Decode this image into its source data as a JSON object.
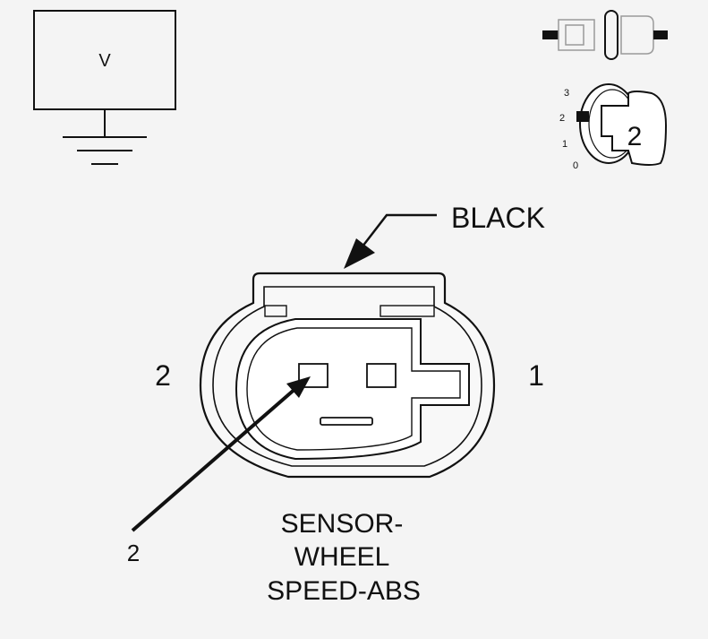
{
  "meter_box": {
    "symbol": "V"
  },
  "key_switch": {
    "positions": [
      "3",
      "2",
      "1",
      "0"
    ],
    "key_position": "2"
  },
  "connector": {
    "color_label": "BLACK",
    "side_left_pin": "2",
    "side_right_pin": "1",
    "probe_pin_label": "2",
    "title_lines": [
      "SENSOR-",
      "WHEEL",
      "SPEED-ABS"
    ]
  },
  "colors": {
    "background": "#f4f4f4",
    "ink": "#111111",
    "faint_ink": "#9a9a9a"
  }
}
